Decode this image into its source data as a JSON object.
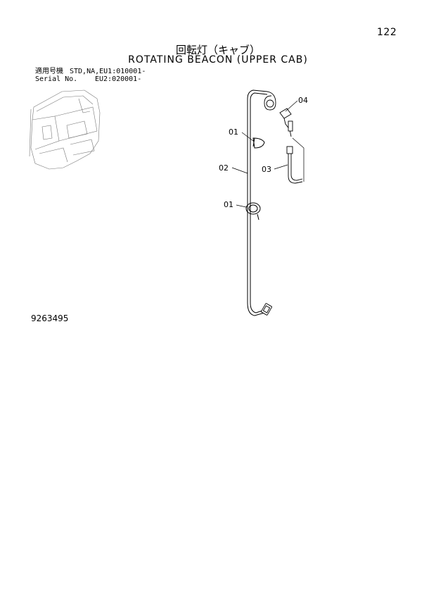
{
  "page": {
    "number": "122",
    "doc_number": "9263495"
  },
  "title": {
    "japanese": "回転灯（キャブ）",
    "english": "ROTATING BEACON (UPPER CAB)"
  },
  "serial": {
    "label_jp": "適用号機",
    "label_en": "Serial No.",
    "line1_value": "STD,NA,EU1:010001-",
    "line2_value": "EU2:020001-"
  },
  "callouts": [
    {
      "id": "c1",
      "label": "04"
    },
    {
      "id": "c2",
      "label": "01"
    },
    {
      "id": "c3",
      "label": "02"
    },
    {
      "id": "c4",
      "label": "03"
    },
    {
      "id": "c5",
      "label": "01"
    }
  ],
  "colors": {
    "line": "#000000",
    "thumbnail": "#777777"
  }
}
